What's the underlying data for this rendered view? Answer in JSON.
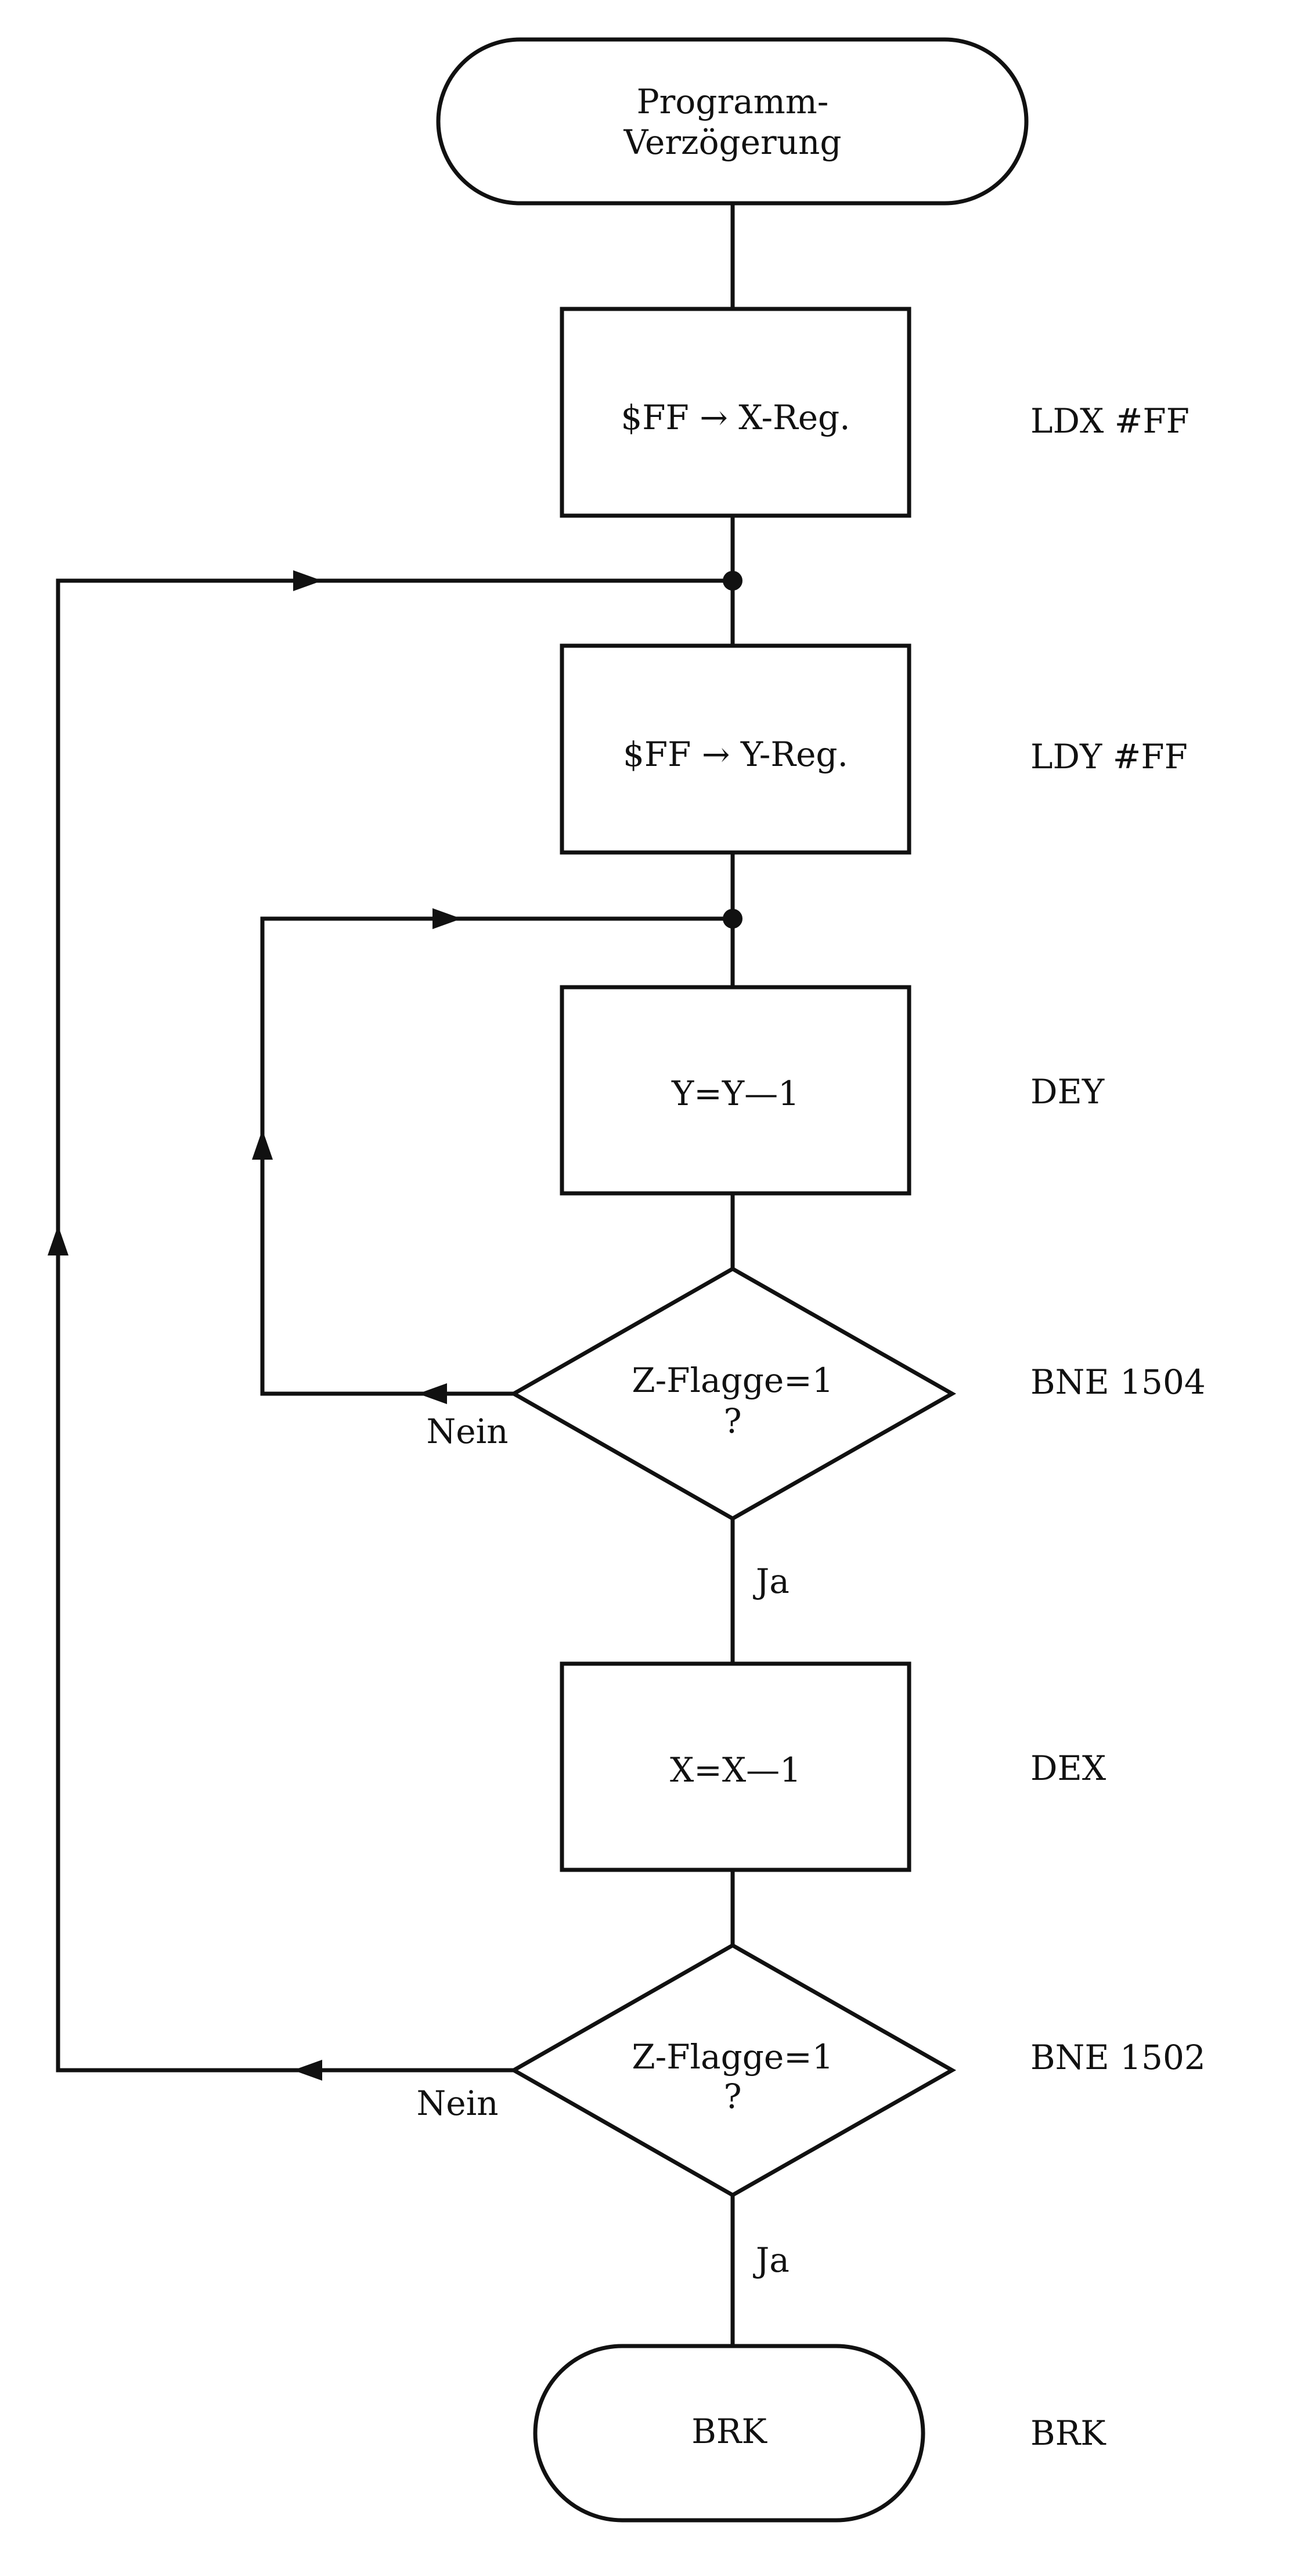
{
  "flowchart": {
    "start": {
      "line1": "Programm-",
      "line2": "Verzögerung"
    },
    "steps": [
      {
        "label": "$FF → X-Reg.",
        "code": "LDX #FF"
      },
      {
        "label": "$FF → Y-Reg.",
        "code": "LDY #FF"
      },
      {
        "label": "Y=Y—1",
        "code": "DEY"
      },
      {
        "line1": "Z-Flagge=1",
        "line2": "?",
        "code": "BNE 1504",
        "no_label": "Nein",
        "yes_label": "Ja"
      },
      {
        "label": "X=X—1",
        "code": "DEX"
      },
      {
        "line1": "Z-Flagge=1",
        "line2": "?",
        "code": "BNE 1502",
        "no_label": "Nein",
        "yes_label": "Ja"
      }
    ],
    "end": {
      "label": "BRK",
      "code": "BRK"
    }
  }
}
